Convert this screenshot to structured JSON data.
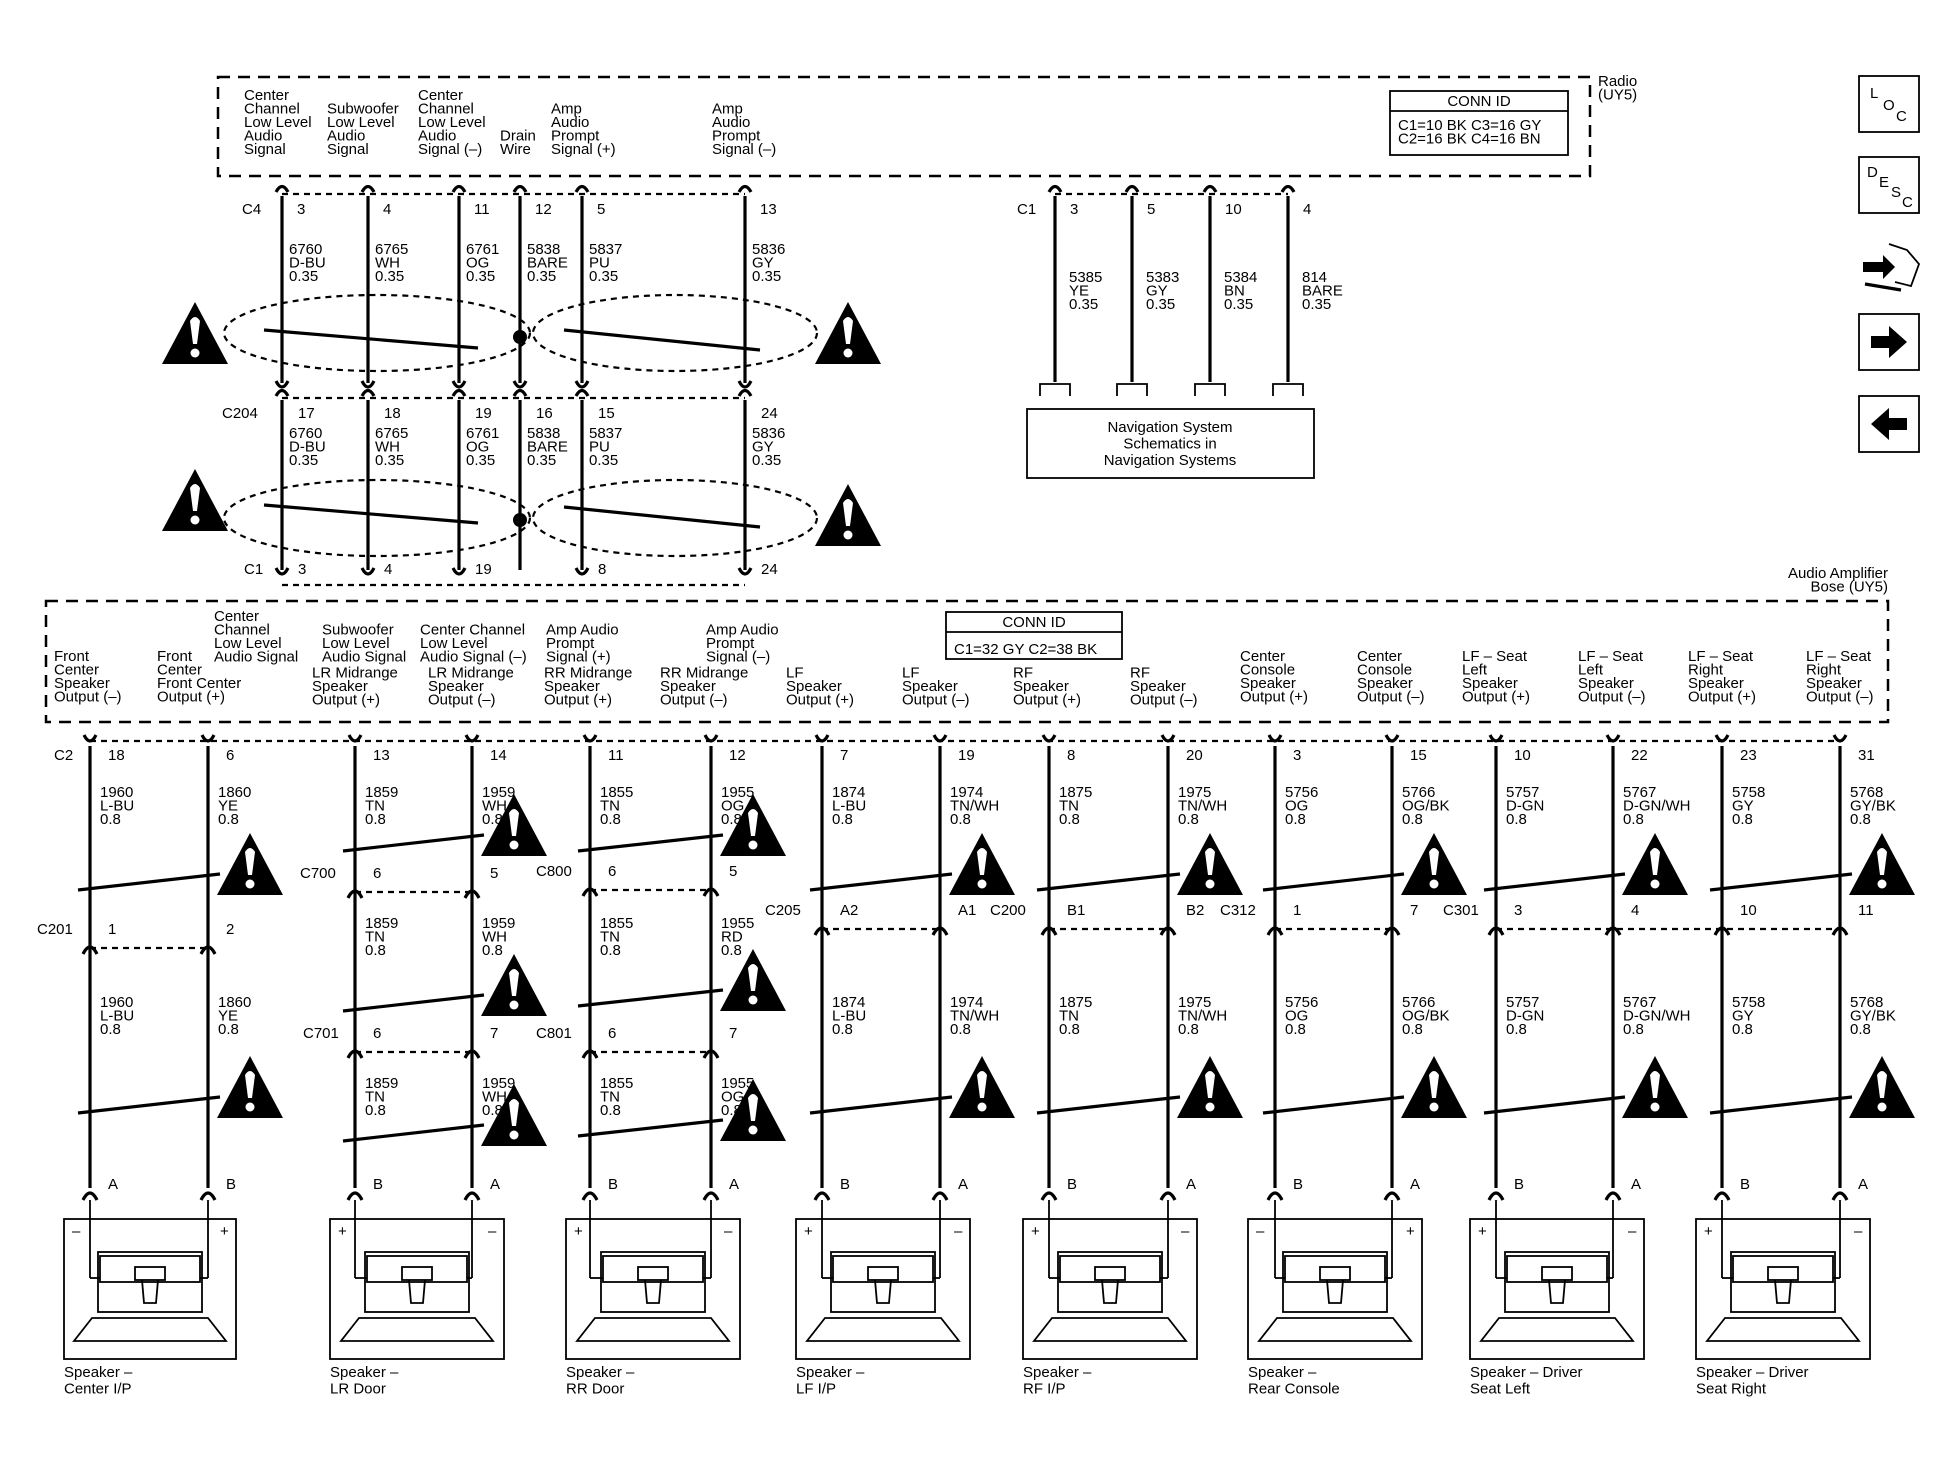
{
  "radio": {
    "title": [
      "Radio",
      "(UY5)"
    ],
    "conn_id": {
      "title": "CONN ID",
      "lines": [
        "C1=10 BK  C3=16 GY",
        "C2=16 BK  C4=16 BN"
      ]
    },
    "labels": [
      [
        "Center",
        "Channel",
        "Low Level",
        "Audio",
        "Signal"
      ],
      [
        "Subwoofer",
        "Low Level",
        "Audio",
        "Signal"
      ],
      [
        "Center",
        "Channel",
        "Low Level",
        "Audio",
        "Signal (–)"
      ],
      [
        "Drain",
        "Wire"
      ],
      [
        "Amp",
        "Audio",
        "Prompt",
        "Signal (+)"
      ],
      [
        "Amp",
        "Audio",
        "Prompt",
        "Signal (–)"
      ]
    ],
    "connector": "C4",
    "pins": [
      "3",
      "4",
      "11",
      "12",
      "5",
      "13"
    ],
    "nav_connector": "C1",
    "nav_pins": [
      "3",
      "5",
      "10",
      "4"
    ]
  },
  "main_wires": {
    "seg1": [
      [
        "6760",
        "D-BU",
        "0.35"
      ],
      [
        "6765",
        "WH",
        "0.35"
      ],
      [
        "6761",
        "OG",
        "0.35"
      ],
      [
        "5838",
        "BARE",
        "0.35"
      ],
      [
        "5837",
        "PU",
        "0.35"
      ],
      [
        "5836",
        "GY",
        "0.35"
      ]
    ],
    "seg2": [
      [
        "6760",
        "D-BU",
        "0.35"
      ],
      [
        "6765",
        "WH",
        "0.35"
      ],
      [
        "6761",
        "OG",
        "0.35"
      ],
      [
        "5838",
        "BARE",
        "0.35"
      ],
      [
        "5837",
        "PU",
        "0.35"
      ],
      [
        "5836",
        "GY",
        "0.35"
      ]
    ],
    "c204": "C204",
    "c204_pins": [
      "17",
      "18",
      "19",
      "16",
      "15",
      "24"
    ],
    "c1": "C1",
    "c1_pins": [
      "3",
      "4",
      "19",
      "8",
      "24"
    ]
  },
  "nav": {
    "wires": [
      [
        "5385",
        "YE",
        "0.35"
      ],
      [
        "5383",
        "GY",
        "0.35"
      ],
      [
        "5384",
        "BN",
        "0.35"
      ],
      [
        "814",
        "BARE",
        "0.35"
      ]
    ],
    "box": [
      "Navigation System",
      "Schematics in",
      "Navigation Systems"
    ]
  },
  "amp": {
    "title": [
      "Audio Amplifier",
      "Bose (UY5)"
    ],
    "conn_id": {
      "title": "CONN ID",
      "lines": [
        "C1=32 GY  C2=38 BK"
      ]
    },
    "upper_labels": [
      [
        "Center",
        "Channel",
        "Low Level",
        "Audio Signal"
      ],
      [
        "Subwoofer",
        "Low Level",
        "Audio Signal"
      ],
      [
        "Center Channel",
        "Low Level",
        "Audio Signal (–)"
      ],
      [
        "Amp Audio",
        "Prompt",
        "Signal (+)"
      ],
      [
        "Amp Audio",
        "Prompt",
        "Signal (–)"
      ]
    ],
    "lower_labels": [
      [
        "Front",
        "Center",
        "Speaker",
        "Output (–)"
      ],
      [
        "Front",
        "Center",
        "Front Center",
        "Output (+)"
      ],
      [
        "LR Midrange",
        "Speaker",
        "Output (+)"
      ],
      [
        "LR Midrange",
        "Speaker",
        "Output (–)"
      ],
      [
        "RR Midrange",
        "Speaker",
        "Output (+)"
      ],
      [
        "RR Midrange",
        "Speaker",
        "Output (–)"
      ],
      [
        "LF",
        "Speaker",
        "Output (+)"
      ],
      [
        "LF",
        "Speaker",
        "Output (–)"
      ],
      [
        "RF",
        "Speaker",
        "Output (+)"
      ],
      [
        "RF",
        "Speaker",
        "Output (–)"
      ],
      [
        "Center",
        "Console",
        "Speaker",
        "Output (+)"
      ],
      [
        "Center",
        "Console",
        "Speaker",
        "Output (–)"
      ],
      [
        "LF – Seat",
        "Left",
        "Speaker",
        "Output (+)"
      ],
      [
        "LF – Seat",
        "Left",
        "Speaker",
        "Output (–)"
      ],
      [
        "LF – Seat",
        "Right",
        "Speaker",
        "Output (+)"
      ],
      [
        "LF – Seat",
        "Right",
        "Speaker",
        "Output (–)"
      ]
    ],
    "connector": "C2",
    "pins": [
      "18",
      "6",
      "13",
      "14",
      "11",
      "12",
      "7",
      "19",
      "8",
      "20",
      "3",
      "15",
      "10",
      "22",
      "23",
      "31"
    ]
  },
  "speaker_wires": {
    "upper": [
      [
        "1960",
        "L-BU",
        "0.8"
      ],
      [
        "1860",
        "YE",
        "0.8"
      ],
      [
        "1859",
        "TN",
        "0.8"
      ],
      [
        "1959",
        "WH",
        "0.8"
      ],
      [
        "1855",
        "TN",
        "0.8"
      ],
      [
        "1955",
        "OG",
        "0.8"
      ],
      [
        "1874",
        "L-BU",
        "0.8"
      ],
      [
        "1974",
        "TN/WH",
        "0.8"
      ],
      [
        "1875",
        "TN",
        "0.8"
      ],
      [
        "1975",
        "TN/WH",
        "0.8"
      ],
      [
        "5756",
        "OG",
        "0.8"
      ],
      [
        "5766",
        "OG/BK",
        "0.8"
      ],
      [
        "5757",
        "D-GN",
        "0.8"
      ],
      [
        "5767",
        "D-GN/WH",
        "0.8"
      ],
      [
        "5758",
        "GY",
        "0.8"
      ],
      [
        "5768",
        "GY/BK",
        "0.8"
      ]
    ],
    "lower": [
      [
        "1960",
        "L-BU",
        "0.8"
      ],
      [
        "1860",
        "YE",
        "0.8"
      ],
      [
        "1874",
        "L-BU",
        "0.8"
      ],
      [
        "1974",
        "TN/WH",
        "0.8"
      ],
      [
        "1875",
        "TN",
        "0.8"
      ],
      [
        "1975",
        "TN/WH",
        "0.8"
      ],
      [
        "5756",
        "OG",
        "0.8"
      ],
      [
        "5766",
        "OG/BK",
        "0.8"
      ],
      [
        "5757",
        "D-GN",
        "0.8"
      ],
      [
        "5767",
        "D-GN/WH",
        "0.8"
      ],
      [
        "5758",
        "GY",
        "0.8"
      ],
      [
        "5768",
        "GY/BK",
        "0.8"
      ]
    ],
    "door_mid": [
      [
        "1859",
        "TN",
        "0.8"
      ],
      [
        "1959",
        "WH",
        "0.8"
      ],
      [
        "1855",
        "TN",
        "0.8"
      ],
      [
        "1955",
        "RD",
        "0.8"
      ]
    ],
    "door_low": [
      [
        "1859",
        "TN",
        "0.8"
      ],
      [
        "1959",
        "WH",
        "0.8"
      ],
      [
        "1855",
        "TN",
        "0.8"
      ],
      [
        "1955",
        "OG",
        "0.8"
      ]
    ]
  },
  "inline": {
    "C201": {
      "name": "C201",
      "pins": [
        "1",
        "2"
      ]
    },
    "C700": {
      "name": "C700",
      "pins": [
        "6",
        "5"
      ]
    },
    "C701": {
      "name": "C701",
      "pins": [
        "6",
        "7"
      ]
    },
    "C800": {
      "name": "C800",
      "pins": [
        "6",
        "5"
      ]
    },
    "C801": {
      "name": "C801",
      "pins": [
        "6",
        "7"
      ]
    },
    "C205": {
      "name": "C205",
      "pins": [
        "A2",
        "A1"
      ]
    },
    "C200": {
      "name": "C200",
      "pins": [
        "B1",
        "B2"
      ]
    },
    "C312": {
      "name": "C312",
      "pins": [
        "1",
        "7"
      ]
    },
    "C301": {
      "name": "C301",
      "pins": [
        "3",
        "4",
        "10",
        "11"
      ]
    }
  },
  "speakers": [
    {
      "name": [
        "Speaker –",
        "Center I/P"
      ],
      "pins": [
        "A",
        "B"
      ],
      "pol": [
        "–",
        "+"
      ]
    },
    {
      "name": [
        "Speaker –",
        "LR Door"
      ],
      "pins": [
        "B",
        "A"
      ],
      "pol": [
        "+",
        "–"
      ]
    },
    {
      "name": [
        "Speaker –",
        "RR Door"
      ],
      "pins": [
        "B",
        "A"
      ],
      "pol": [
        "+",
        "–"
      ]
    },
    {
      "name": [
        "Speaker –",
        "LF I/P"
      ],
      "pins": [
        "B",
        "A"
      ],
      "pol": [
        "+",
        "–"
      ]
    },
    {
      "name": [
        "Speaker –",
        "RF I/P"
      ],
      "pins": [
        "B",
        "A"
      ],
      "pol": [
        "+",
        "–"
      ]
    },
    {
      "name": [
        "Speaker –",
        "Rear Console"
      ],
      "pins": [
        "B",
        "A"
      ],
      "pol": [
        "–",
        "+"
      ]
    },
    {
      "name": [
        "Speaker – Driver",
        "Seat Left"
      ],
      "pins": [
        "B",
        "A"
      ],
      "pol": [
        "+",
        "–"
      ]
    },
    {
      "name": [
        "Speaker – Driver",
        "Seat Right"
      ],
      "pins": [
        "B",
        "A"
      ],
      "pol": [
        "+",
        "–"
      ]
    }
  ],
  "nav_icons": [
    "loc-icon",
    "desc-icon",
    "connector-swap-icon",
    "next-page-icon",
    "previous-page-icon"
  ],
  "icon_text": {
    "loc": [
      "L",
      "O",
      "C"
    ],
    "desc": [
      "D",
      "E",
      "S",
      "C"
    ]
  }
}
